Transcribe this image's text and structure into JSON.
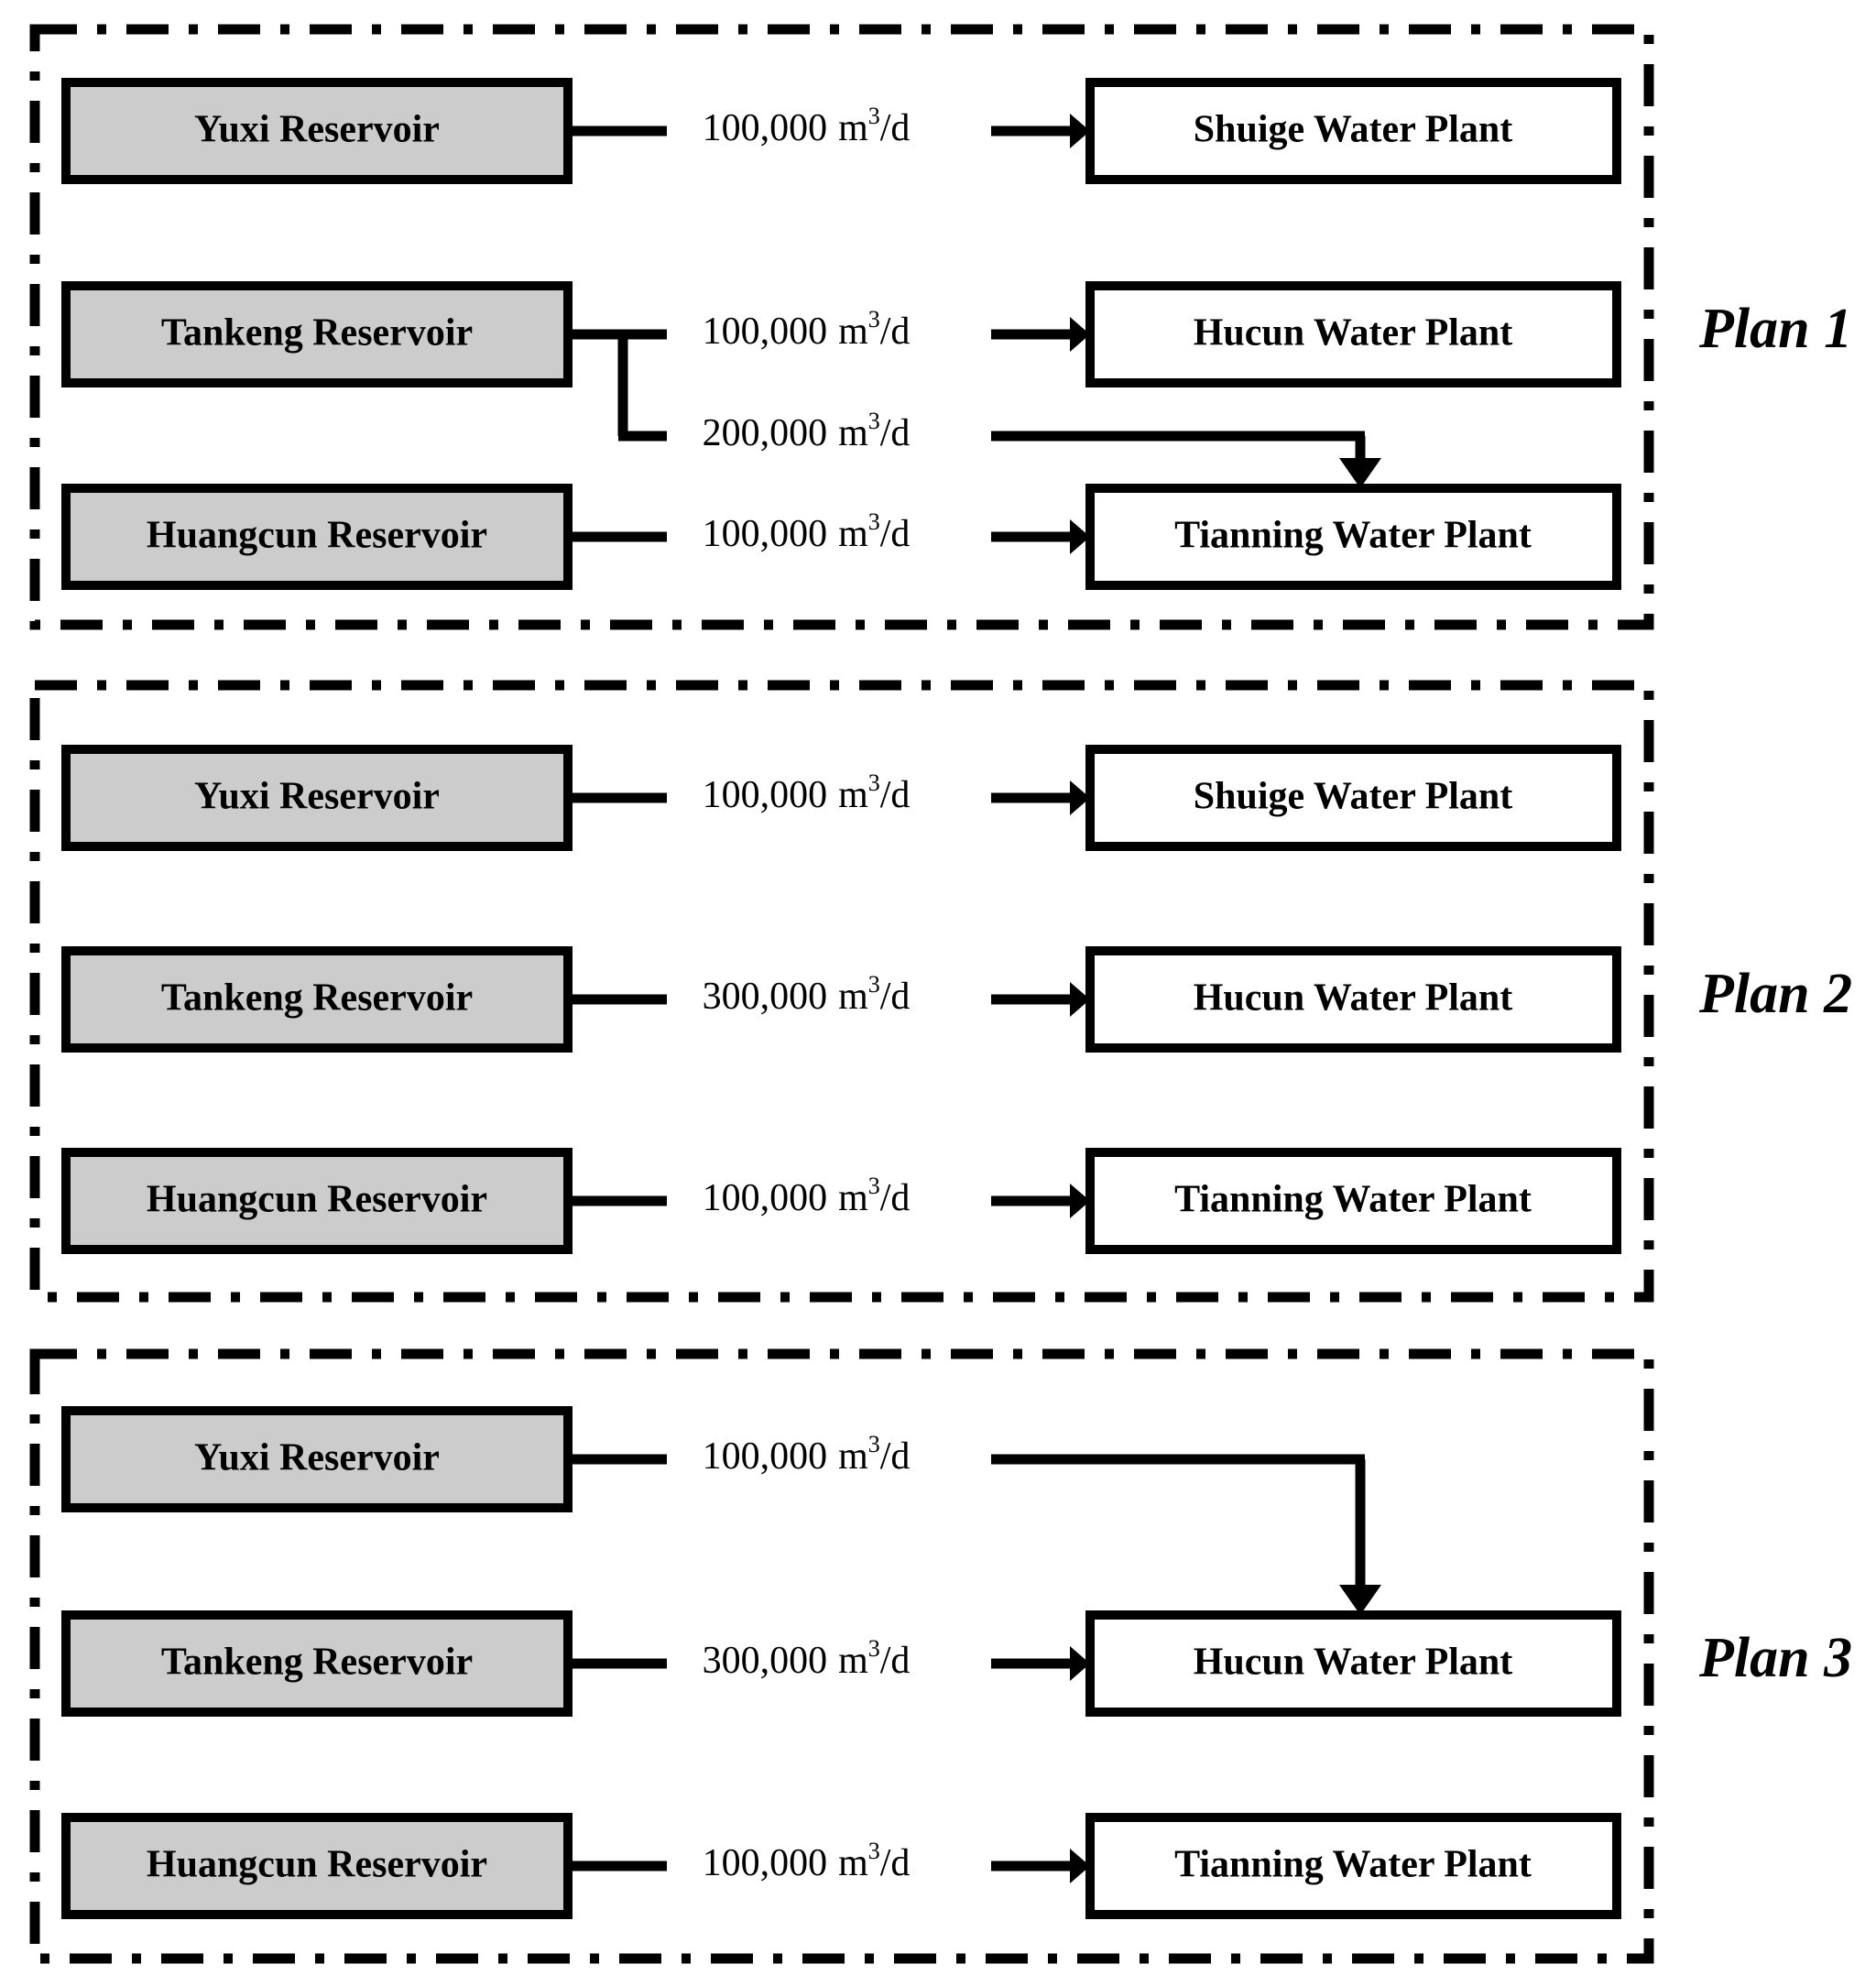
{
  "figure": {
    "type": "flow-diagram",
    "background": "#ffffff",
    "reservoir_fill": "#cccccc",
    "plant_fill": "#ffffff",
    "stroke": "#000000",
    "panel_border_style": "dash-dot"
  },
  "units": {
    "volume_symbol": "m",
    "exponent": "3",
    "per_day": "/d"
  },
  "plans": [
    {
      "id": "plan-1",
      "label": "Plan 1",
      "reservoirs": [
        {
          "id": "yuxi",
          "label": "Yuxi Reservoir"
        },
        {
          "id": "tankeng",
          "label": "Tankeng Reservoir"
        },
        {
          "id": "huangcun",
          "label": "Huangcun Reservoir"
        }
      ],
      "plants": [
        {
          "id": "shuige",
          "label": "Shuige Water Plant"
        },
        {
          "id": "hucun",
          "label": "Hucun Water Plant"
        },
        {
          "id": "tianning",
          "label": "Tianning Water Plant"
        }
      ],
      "flows": [
        {
          "id": "f1",
          "from": "yuxi",
          "to": "shuige",
          "value": "100,000",
          "unit": "m3/d",
          "routing": "straight"
        },
        {
          "id": "f2",
          "from": "tankeng",
          "to": "hucun",
          "value": "100,000",
          "unit": "m3/d",
          "routing": "branch-upper"
        },
        {
          "id": "f3",
          "from": "tankeng",
          "to": "tianning",
          "value": "200,000",
          "unit": "m3/d",
          "routing": "branch-lower-drop"
        },
        {
          "id": "f4",
          "from": "huangcun",
          "to": "tianning",
          "value": "100,000",
          "unit": "m3/d",
          "routing": "straight"
        }
      ]
    },
    {
      "id": "plan-2",
      "label": "Plan 2",
      "reservoirs": [
        {
          "id": "yuxi",
          "label": "Yuxi Reservoir"
        },
        {
          "id": "tankeng",
          "label": "Tankeng Reservoir"
        },
        {
          "id": "huangcun",
          "label": "Huangcun Reservoir"
        }
      ],
      "plants": [
        {
          "id": "shuige",
          "label": "Shuige Water Plant"
        },
        {
          "id": "hucun",
          "label": "Hucun Water Plant"
        },
        {
          "id": "tianning",
          "label": "Tianning Water Plant"
        }
      ],
      "flows": [
        {
          "id": "f1",
          "from": "yuxi",
          "to": "shuige",
          "value": "100,000",
          "unit": "m3/d",
          "routing": "straight"
        },
        {
          "id": "f2",
          "from": "tankeng",
          "to": "hucun",
          "value": "300,000",
          "unit": "m3/d",
          "routing": "straight"
        },
        {
          "id": "f3",
          "from": "huangcun",
          "to": "tianning",
          "value": "100,000",
          "unit": "m3/d",
          "routing": "straight"
        }
      ]
    },
    {
      "id": "plan-3",
      "label": "Plan 3",
      "reservoirs": [
        {
          "id": "yuxi",
          "label": "Yuxi Reservoir"
        },
        {
          "id": "tankeng",
          "label": "Tankeng Reservoir"
        },
        {
          "id": "huangcun",
          "label": "Huangcun Reservoir"
        }
      ],
      "plants": [
        {
          "id": "hucun",
          "label": "Hucun Water Plant"
        },
        {
          "id": "tianning",
          "label": "Tianning Water Plant"
        }
      ],
      "flows": [
        {
          "id": "f1",
          "from": "yuxi",
          "to": "hucun",
          "value": "100,000",
          "unit": "m3/d",
          "routing": "right-then-drop"
        },
        {
          "id": "f2",
          "from": "tankeng",
          "to": "hucun",
          "value": "300,000",
          "unit": "m3/d",
          "routing": "straight"
        },
        {
          "id": "f3",
          "from": "huangcun",
          "to": "tianning",
          "value": "100,000",
          "unit": "m3/d",
          "routing": "straight"
        }
      ]
    }
  ],
  "text": {
    "p1_res_1": "Yuxi Reservoir",
    "p1_res_2": "Tankeng Reservoir",
    "p1_res_3": "Huangcun Reservoir",
    "p1_plant_1": "Shuige Water Plant",
    "p1_plant_2": "Hucun Water Plant",
    "p1_plant_3": "Tianning Water Plant",
    "p1_flow_1": "100,000",
    "p1_flow_2": "100,000",
    "p1_flow_3": "200,000",
    "p1_flow_4": "100,000",
    "p1_label": "Plan 1",
    "p2_res_1": "Yuxi Reservoir",
    "p2_res_2": "Tankeng Reservoir",
    "p2_res_3": "Huangcun Reservoir",
    "p2_plant_1": "Shuige Water Plant",
    "p2_plant_2": "Hucun Water Plant",
    "p2_plant_3": "Tianning Water Plant",
    "p2_flow_1": "100,000",
    "p2_flow_2": "300,000",
    "p2_flow_3": "100,000",
    "p2_label": "Plan 2",
    "p3_res_1": "Yuxi Reservoir",
    "p3_res_2": "Tankeng Reservoir",
    "p3_res_3": "Huangcun Reservoir",
    "p3_plant_1": "Hucun Water Plant",
    "p3_plant_2": "Tianning Water Plant",
    "p3_flow_1": "100,000",
    "p3_flow_2": "300,000",
    "p3_flow_3": "100,000",
    "p3_label": "Plan 3",
    "unit_m": "m",
    "unit_exp": "3",
    "unit_d": "/d"
  }
}
